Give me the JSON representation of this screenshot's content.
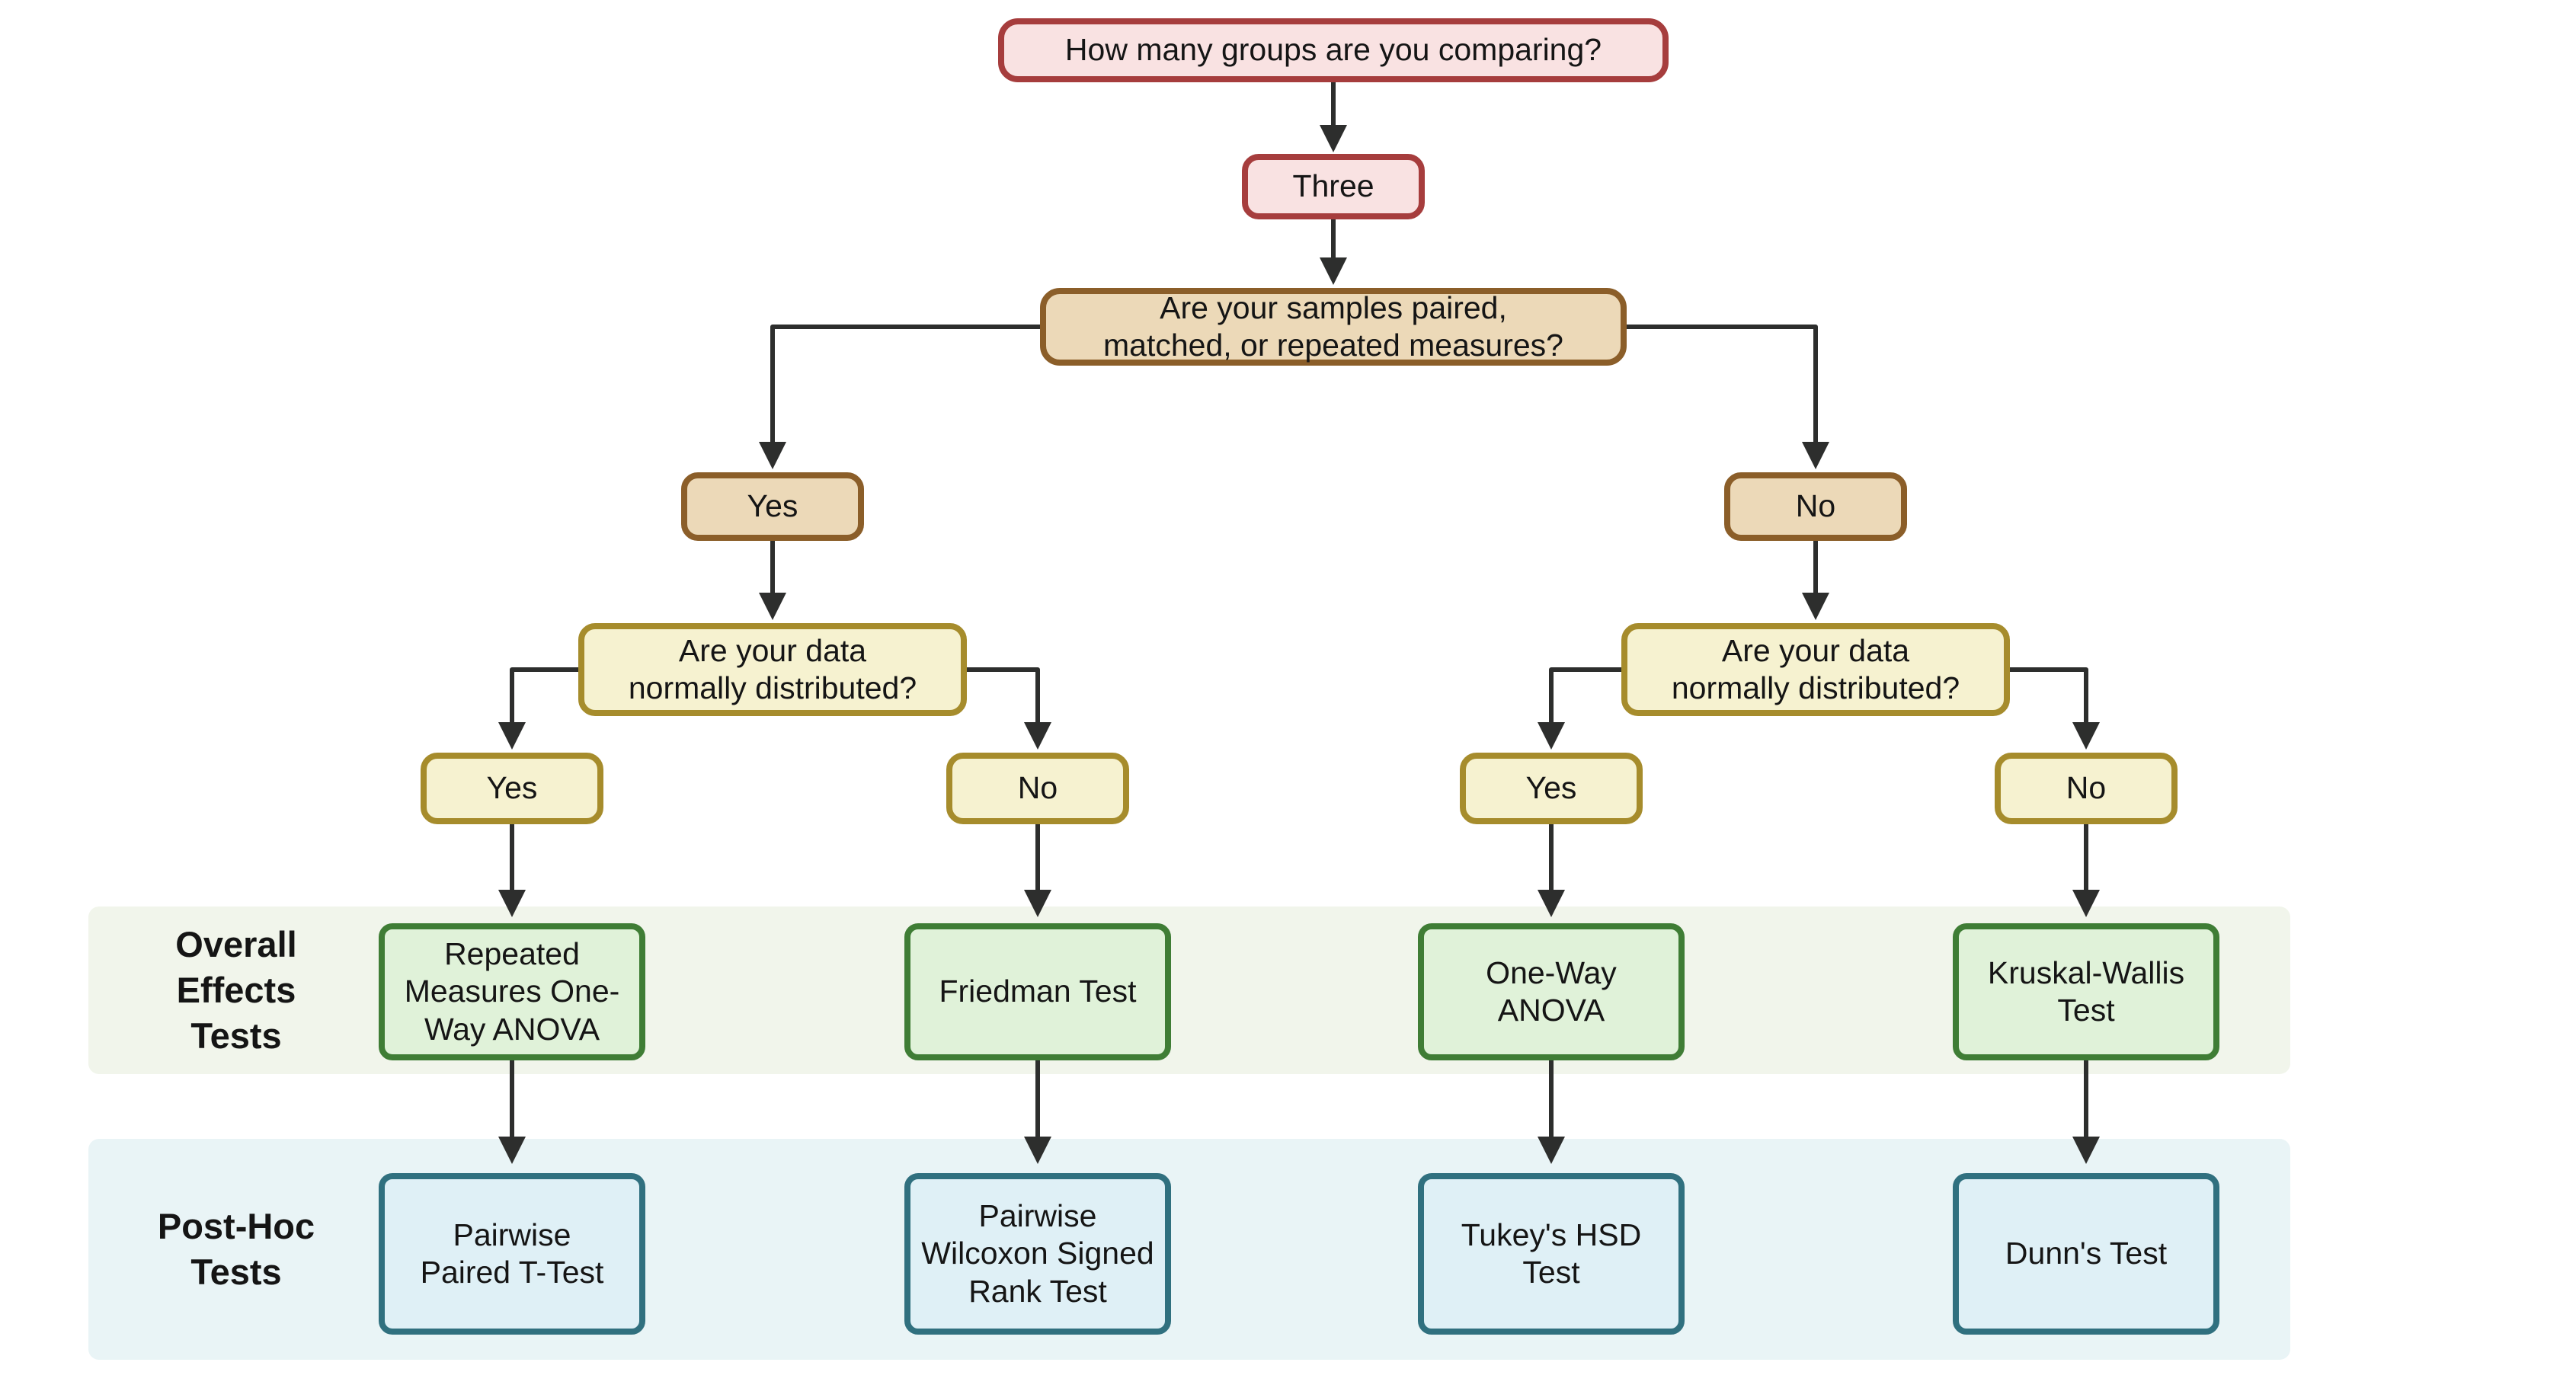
{
  "diagram": {
    "description": "Decision tree flowchart for choosing a statistical test when comparing three groups"
  },
  "nodes": {
    "q_groups": {
      "label": "How many groups are you comparing?"
    },
    "answer_three": {
      "label": "Three"
    },
    "q_paired": {
      "label": "Are your samples paired,\nmatched, or repeated measures?"
    },
    "paired_yes": {
      "label": "Yes"
    },
    "paired_no": {
      "label": "No"
    },
    "q_normal_left": {
      "label": "Are your data\nnormally distributed?"
    },
    "normal_left_yes": {
      "label": "Yes"
    },
    "normal_left_no": {
      "label": "No"
    },
    "q_normal_right": {
      "label": "Are your data\nnormally distributed?"
    },
    "normal_right_yes": {
      "label": "Yes"
    },
    "normal_right_no": {
      "label": "No"
    },
    "test_rm_anova": {
      "label": "Repeated\nMeasures One-\nWay ANOVA"
    },
    "test_friedman": {
      "label": "Friedman Test"
    },
    "test_anova": {
      "label": "One-Way\nANOVA"
    },
    "test_kruskal": {
      "label": "Kruskal-Wallis\nTest"
    },
    "posthoc_paired_t": {
      "label": "Pairwise\nPaired T-Test"
    },
    "posthoc_wilcoxon": {
      "label": "Pairwise\nWilcoxon Signed\nRank Test"
    },
    "posthoc_tukey": {
      "label": "Tukey's HSD\nTest"
    },
    "posthoc_dunn": {
      "label": "Dunn's Test"
    }
  },
  "row_labels": {
    "overall": "Overall\nEffects\nTests",
    "posthoc": "Post-Hoc\nTests"
  },
  "palette": {
    "question_pink_fill": "#f9e2e2",
    "question_pink_border": "#a63d3d",
    "paired_tan_fill": "#ecd9b8",
    "paired_tan_border": "#8b5e29",
    "normal_yellow_fill": "#f6f2d0",
    "normal_yellow_border": "#a68c2c",
    "overall_green_fill": "#e0f2d9",
    "overall_green_border": "#3f7d35",
    "posthoc_blue_fill": "#dff0f6",
    "posthoc_blue_border": "#30707f",
    "overall_band": "#f1f5eb",
    "posthoc_band": "#e9f4f6",
    "connector": "#2d2e2d"
  }
}
